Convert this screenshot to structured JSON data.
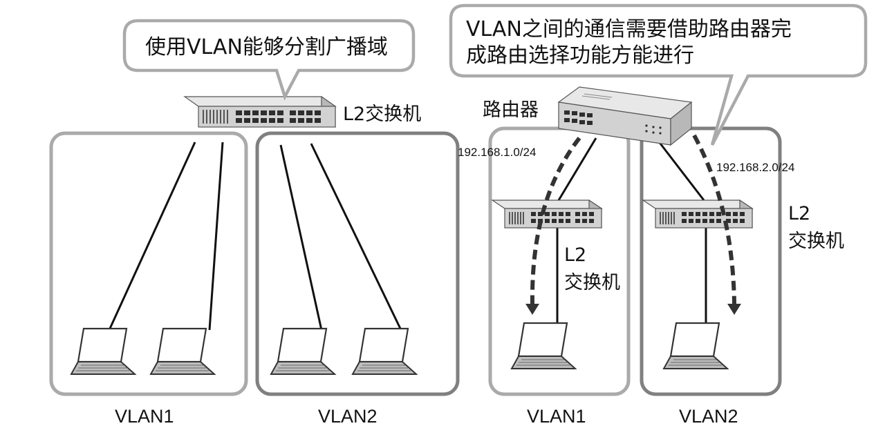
{
  "left_diagram": {
    "callout": "使用VLAN能够分割广播域",
    "switch_label": "L2交换机",
    "vlan_labels": [
      "VLAN1",
      "VLAN2"
    ]
  },
  "right_diagram": {
    "callout_lines": [
      "VLAN之间的通信需要借助路由器完",
      "成路由选择功能方能进行"
    ],
    "router_label": "路由器",
    "subnets": [
      "192.168.1.0/24",
      "192.168.2.0/24"
    ],
    "switch_label_line1": "L2",
    "switch_label_line2": "交换机",
    "vlan_labels": [
      "VLAN1",
      "VLAN2"
    ]
  }
}
